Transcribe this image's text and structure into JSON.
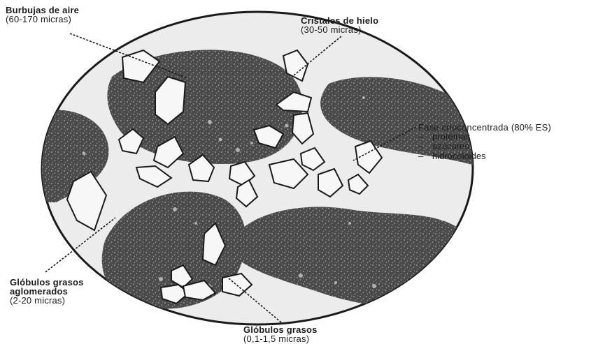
{
  "labels": {
    "air_bubbles": {
      "title": "Burbujas de aire",
      "size": "(60-170 micras)"
    },
    "ice_crystals": {
      "title": "Cristales de hielo",
      "size": "(30-50 micras)"
    },
    "cryoconcentrated": {
      "title": "Fase crioconcentrada (80% ES)",
      "items": [
        "proteínas",
        "azúcares",
        "hidrocoloides"
      ]
    },
    "fat_agglomerates": {
      "line1": "Glóbulos grasos",
      "line2": "aglomerados",
      "size": "(2-20 micras)"
    },
    "fat_globules": {
      "title": "Glóbulos grasos",
      "size": "(0,1-1,5 micras)"
    }
  },
  "list_marker": "–",
  "colors": {
    "ink": "#1a1a1a",
    "bubble_fill": "#4a4a4a",
    "matrix_fill": "#ececec"
  }
}
